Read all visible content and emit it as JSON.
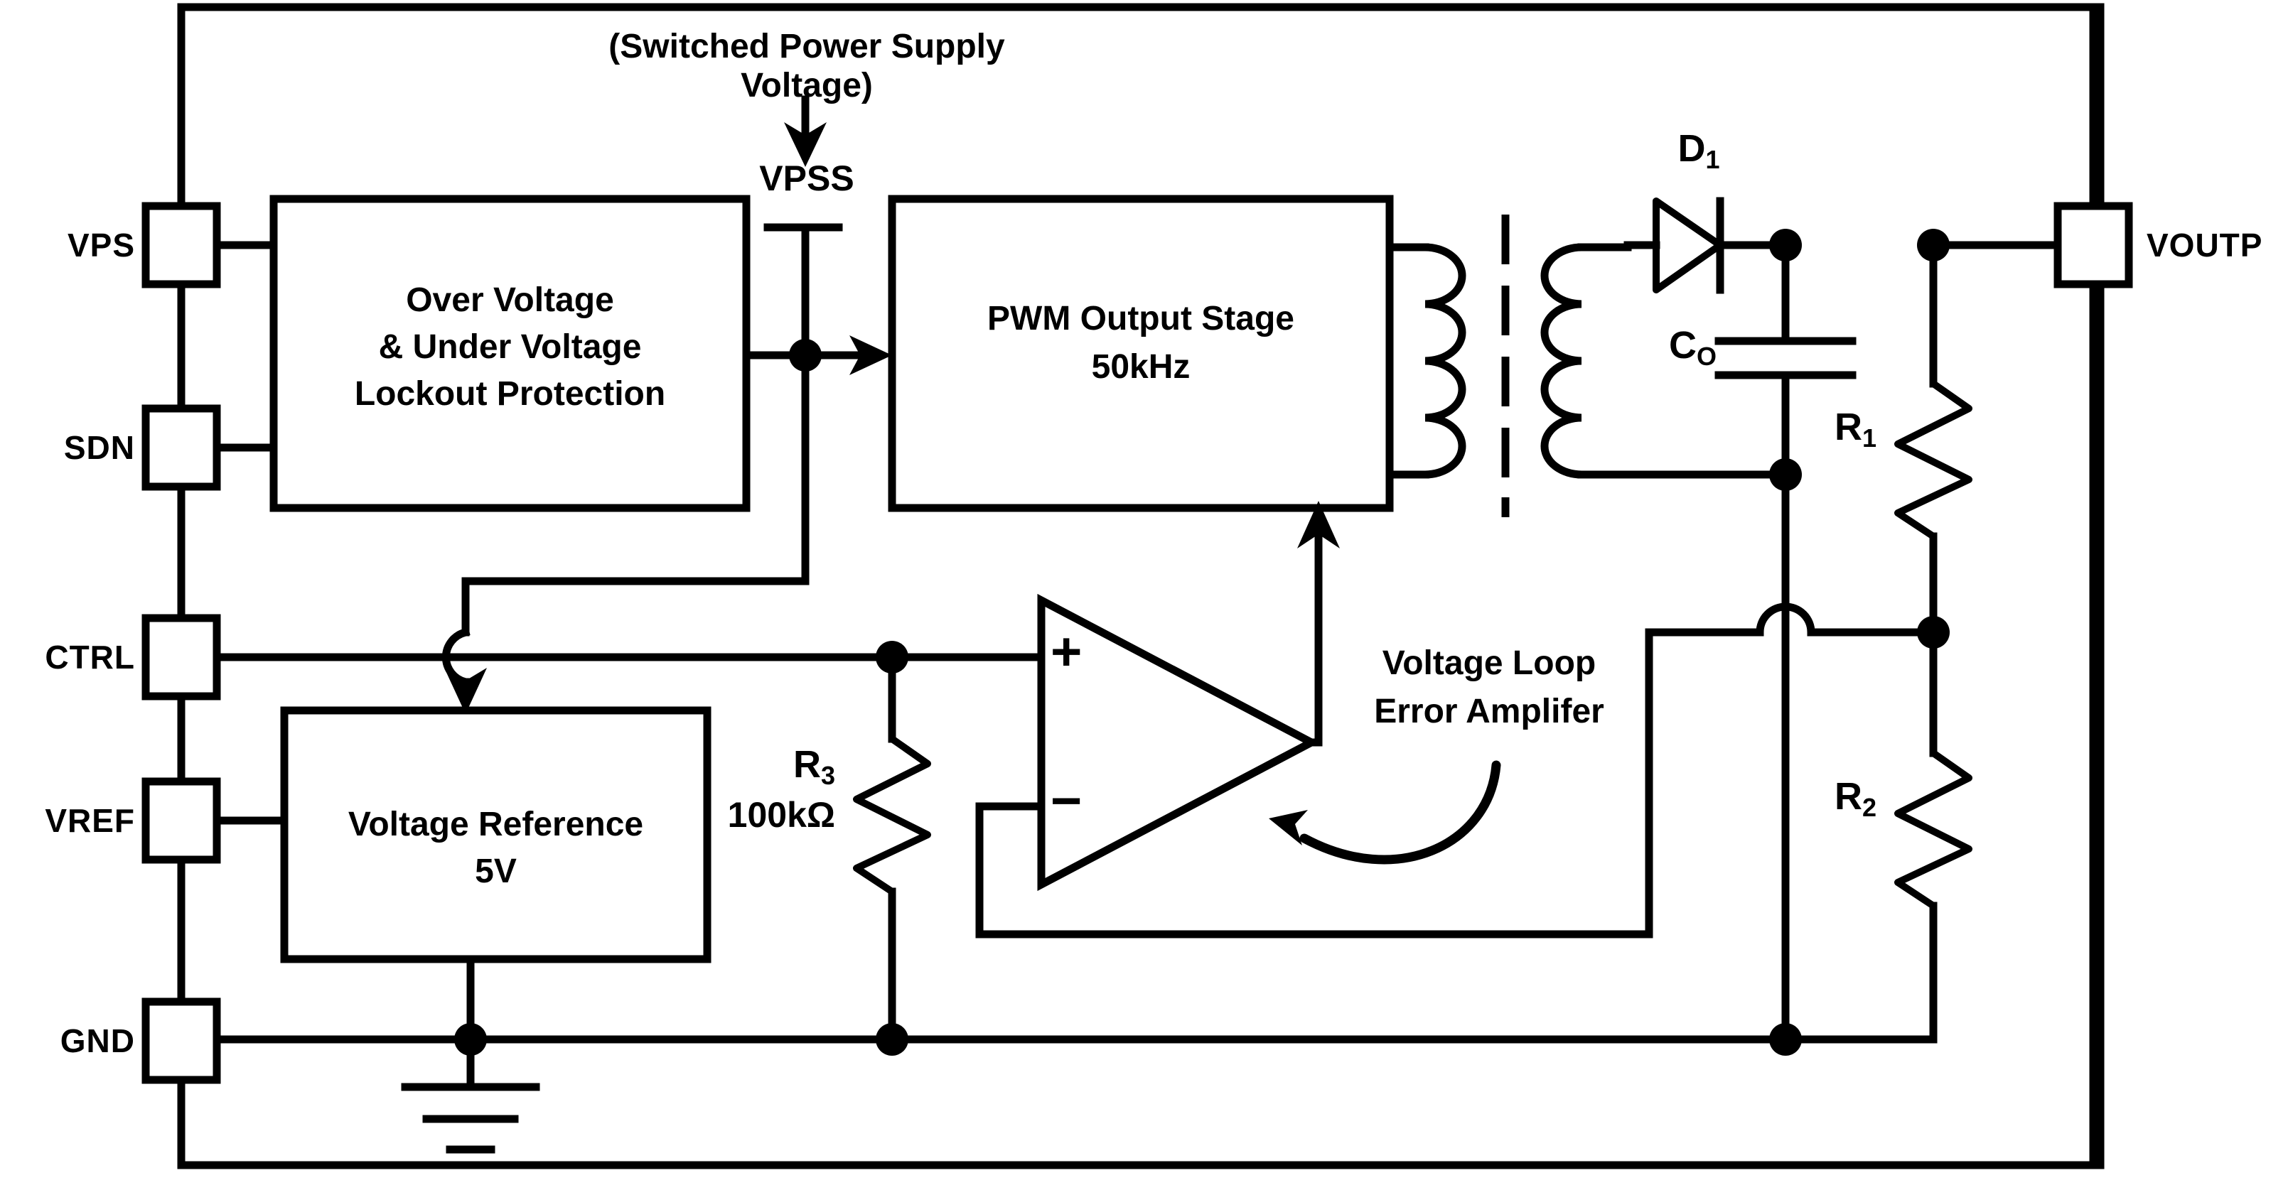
{
  "diagram": {
    "title_note": "(Switched Power Supply Voltage)",
    "rail_label": "VPSS"
  },
  "pins_left": [
    {
      "label": "VPS",
      "name": "pin-vps"
    },
    {
      "label": "SDN",
      "name": "pin-sdn"
    },
    {
      "label": "CTRL",
      "name": "pin-ctrl"
    },
    {
      "label": "VREF",
      "name": "pin-vref"
    },
    {
      "label": "GND",
      "name": "pin-gnd"
    }
  ],
  "pins_right": [
    {
      "label": "VOUTP",
      "name": "pin-voutp"
    }
  ],
  "blocks": {
    "protection": {
      "line1": "Over Voltage",
      "line2": "& Under Voltage",
      "line3": "Lockout Protection"
    },
    "pwm": {
      "line1": "PWM Output Stage",
      "line2": "50kHz"
    },
    "vref": {
      "line1": "Voltage Reference",
      "line2": "5V"
    }
  },
  "annotations": {
    "error_amp_line1": "Voltage Loop",
    "error_amp_line2": "Error Amplifer"
  },
  "opamp": {
    "plus": "+",
    "minus": "−"
  },
  "components": {
    "diode": {
      "ref": "D",
      "sub": "1"
    },
    "cap_out": {
      "ref": "C",
      "sub": "O"
    },
    "r1": {
      "ref": "R",
      "sub": "1"
    },
    "r2": {
      "ref": "R",
      "sub": "2"
    },
    "r3": {
      "ref": "R",
      "sub": "3",
      "value": "100kΩ"
    }
  },
  "colors": {
    "ink": "#000000",
    "background": "#ffffff"
  }
}
